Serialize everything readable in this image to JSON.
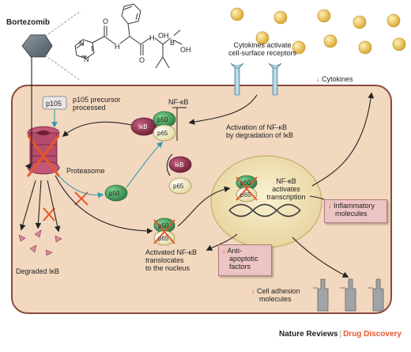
{
  "drug": {
    "name": "Bortezomib"
  },
  "labels": {
    "p105": "p105",
    "p105_desc_1": "p105 precursor",
    "p105_desc_2": "processed",
    "nfkb_top": "NF-κB",
    "ikb": "IκB",
    "p50": "p50",
    "p65": "p65",
    "proteasome": "Proteasome",
    "degraded": "Degraded IκB",
    "cytokines_activate_1": "Cytokines activate",
    "cytokines_activate_2": "cell-surface receptors",
    "cytokines_down": "Cytokines",
    "activation_1": "Activation of NF-κB",
    "activation_2": "by degradation of IκB",
    "activated_1": "Activated NF-κB",
    "activated_2": "translocates",
    "activated_3": "to the nucleus",
    "nucleus_1": "NF-κB",
    "nucleus_2": "activates",
    "nucleus_3": "transcription",
    "inflammatory_1": "Inflammatory",
    "inflammatory_2": "molecules",
    "anti_1": "Anti-",
    "anti_2": "apoptotic",
    "anti_3": "factors",
    "adhesion_1": "Cell adhesion",
    "adhesion_2": "molecules",
    "boron_oh1": "OH",
    "boron_b": "B",
    "boron_oh2": "OH",
    "n1": "N",
    "n2": "N",
    "hn": "H",
    "hn2": "H",
    "o1": "O",
    "o2": "O"
  },
  "credit": {
    "journal": "Nature Reviews",
    "separator": "|",
    "section": "Drug Discovery"
  },
  "colors": {
    "cell_fill": "#f2d8bf",
    "cell_border": "#8a4a40",
    "nucleus_fill": "#f1e2b8",
    "p50": "#3a9a55",
    "p65": "#f4eebd",
    "ikb": "#8e2a45",
    "proteasome": "#a63a5a",
    "cytokine": "#f0c850",
    "cross": "#e4572e",
    "receptor": "#a9c8d6",
    "arrow": "#222222",
    "teal_arrow": "#3b9bb0"
  }
}
